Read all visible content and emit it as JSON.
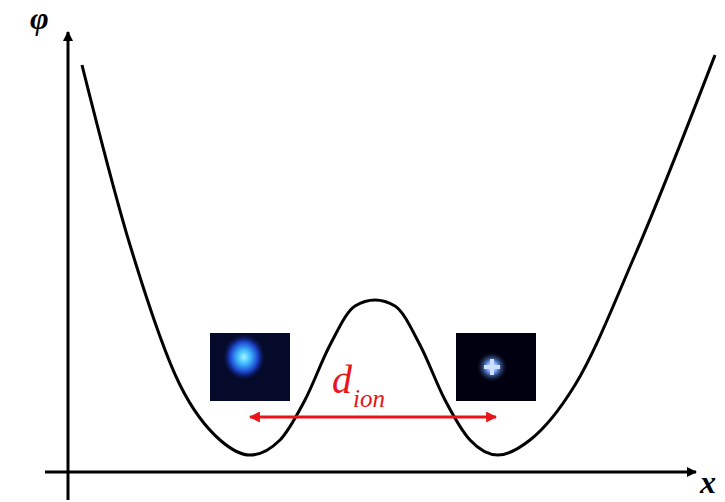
{
  "diagram": {
    "labels": [
      "φ",
      "x",
      "d",
      "ion"
    ]
  }
}
